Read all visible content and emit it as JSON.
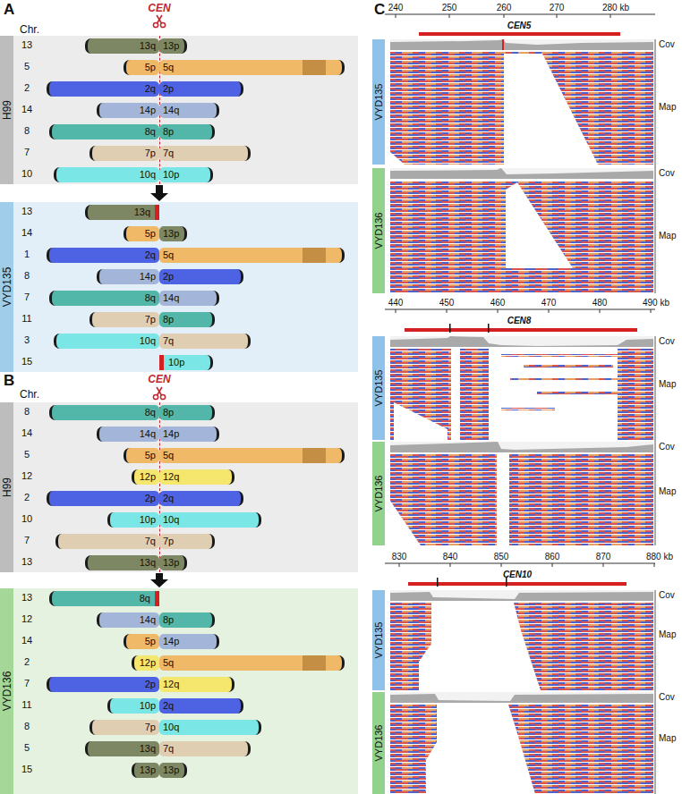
{
  "diagram": {
    "nodes": [
      {
        "text": [
          "H99"
        ]
      },
      {
        "text": [
          "13q"
        ],
        "in": 0
      },
      {
        "text": [
          "13p"
        ],
        "in": 0
      },
      {
        "text": [
          "5p"
        ],
        "in": 0
      },
      {
        "text": [
          "5q"
        ],
        "in": 0
      },
      {
        "text": [
          "2q"
        ],
        "in": 0
      },
      {
        "text": [
          "2p"
        ],
        "in": 0
      },
      {
        "text": [
          "14p"
        ],
        "in": 0
      },
      {
        "text": [
          "14q"
        ],
        "in": 0
      },
      {
        "text": [
          "8q"
        ],
        "in": 0
      },
      {
        "text": [
          "8p"
        ],
        "in": 0
      },
      {
        "text": [
          "7p"
        ],
        "in": 0
      },
      {
        "text": [
          "7q"
        ],
        "in": 0
      },
      {
        "text": [
          "10q"
        ],
        "in": 0
      },
      {
        "text": [
          "10p"
        ],
        "in": 0
      },
      {
        "text": [
          "VYD135"
        ]
      },
      {
        "text": [
          "13q"
        ],
        "in": 15
      },
      {
        "text": [
          "5p"
        ],
        "in": 15
      },
      {
        "text": [
          "13p"
        ],
        "in": 15
      },
      {
        "text": [
          "2q"
        ],
        "in": 15
      },
      {
        "text": [
          "5q"
        ],
        "in": 15
      },
      {
        "text": [
          "14p"
        ],
        "in": 15
      },
      {
        "text": [
          "2p"
        ],
        "in": 15
      },
      {
        "text": [
          "8q"
        ],
        "in": 15
      },
      {
        "text": [
          "14q"
        ],
        "in": 15
      },
      {
        "text": [
          "7p"
        ],
        "in": 15
      },
      {
        "text": [
          "8p"
        ],
        "in": 15
      },
      {
        "text": [
          "10q"
        ],
        "in": 15
      },
      {
        "text": [
          "7q"
        ],
        "in": 15
      },
      {
        "text": [
          "10p"
        ],
        "in": 15
      },
      {
        "text": [
          "H99"
        ]
      },
      {
        "text": [
          "8q"
        ],
        "in": 30
      },
      {
        "text": [
          "8p"
        ],
        "in": 30
      },
      {
        "text": [
          "14q"
        ],
        "in": 30
      },
      {
        "text": [
          "14p"
        ],
        "in": 30
      },
      {
        "text": [
          "5p"
        ],
        "in": 30
      },
      {
        "text": [
          "5q"
        ],
        "in": 30
      },
      {
        "text": [
          "12p"
        ],
        "in": 30
      },
      {
        "text": [
          "12q"
        ],
        "in": 30
      },
      {
        "text": [
          "2p"
        ],
        "in": 30
      },
      {
        "text": [
          "2q"
        ],
        "in": 30
      },
      {
        "text": [
          "10p"
        ],
        "in": 30
      },
      {
        "text": [
          "10q"
        ],
        "in": 30
      },
      {
        "text": [
          "7q"
        ],
        "in": 30
      },
      {
        "text": [
          "7p"
        ],
        "in": 30
      },
      {
        "text": [
          "13q"
        ],
        "in": 30
      },
      {
        "text": [
          "13p"
        ],
        "in": 30
      },
      {
        "text": [
          "VYD136"
        ]
      },
      {
        "text": [
          "8q"
        ],
        "in": 47
      },
      {
        "text": [
          "14q"
        ],
        "in": 47
      },
      {
        "text": [
          "8p"
        ],
        "in": 47
      },
      {
        "text": [
          "5p"
        ],
        "in": 47
      },
      {
        "text": [
          "14p"
        ],
        "in": 47
      },
      {
        "text": [
          "12p"
        ],
        "in": 47
      },
      {
        "text": [
          "5q"
        ],
        "in": 47
      },
      {
        "text": [
          "2p"
        ],
        "in": 47
      },
      {
        "text": [
          "12q"
        ],
        "in": 47
      },
      {
        "text": [
          "10p"
        ],
        "in": 47
      },
      {
        "text": [
          "2q"
        ],
        "in": 47
      },
      {
        "text": [
          "7p"
        ],
        "in": 47
      },
      {
        "text": [
          "10q"
        ],
        "in": 47
      },
      {
        "text": [
          "13q"
        ],
        "in": 47
      },
      {
        "text": [
          "7q"
        ],
        "in": 47
      },
      {
        "text": [
          "13p"
        ],
        "in": 47
      },
      {
        "text": [
          "13p"
        ],
        "in": 47
      },
      {
        "text": [
          "VYD135"
        ]
      },
      {
        "text": [
          "VYD136"
        ]
      },
      {
        "text": [
          "VYD135"
        ]
      },
      {
        "text": [
          "VYD136"
        ]
      },
      {
        "text": [
          "VYD135"
        ]
      },
      {
        "text": [
          "VYD136"
        ]
      }
    ],
    "edges": [
      {
        "from": 0,
        "to": 15,
        "arrow": "to"
      },
      {
        "from": 30,
        "to": 47,
        "arrow": "to"
      }
    ],
    "labels": [
      "A",
      "CEN",
      "Chr.",
      "13",
      "5",
      "2",
      "14",
      "8",
      "7",
      "10",
      "13",
      "14",
      "1",
      "8",
      "7",
      "11",
      "3",
      "15",
      "B",
      "CEN",
      "Chr.",
      "8",
      "14",
      "5",
      "12",
      "2",
      "10",
      "7",
      "13",
      "13",
      "12",
      "14",
      "2",
      "7",
      "11",
      "8",
      "5",
      "15",
      "C",
      "240",
      "250",
      "260",
      "270",
      "280 kb",
      "CEN5",
      "Cov",
      "Map",
      "Cov",
      "Map",
      "440",
      "450",
      "460",
      "470",
      "480",
      "490 kb",
      "CEN8",
      "Cov",
      "Map",
      "Cov",
      "Map",
      "830",
      "840",
      "850",
      "860",
      "870",
      "880 kb",
      "CEN10",
      "Cov",
      "Map",
      "Cov",
      "Map"
    ]
  }
}
